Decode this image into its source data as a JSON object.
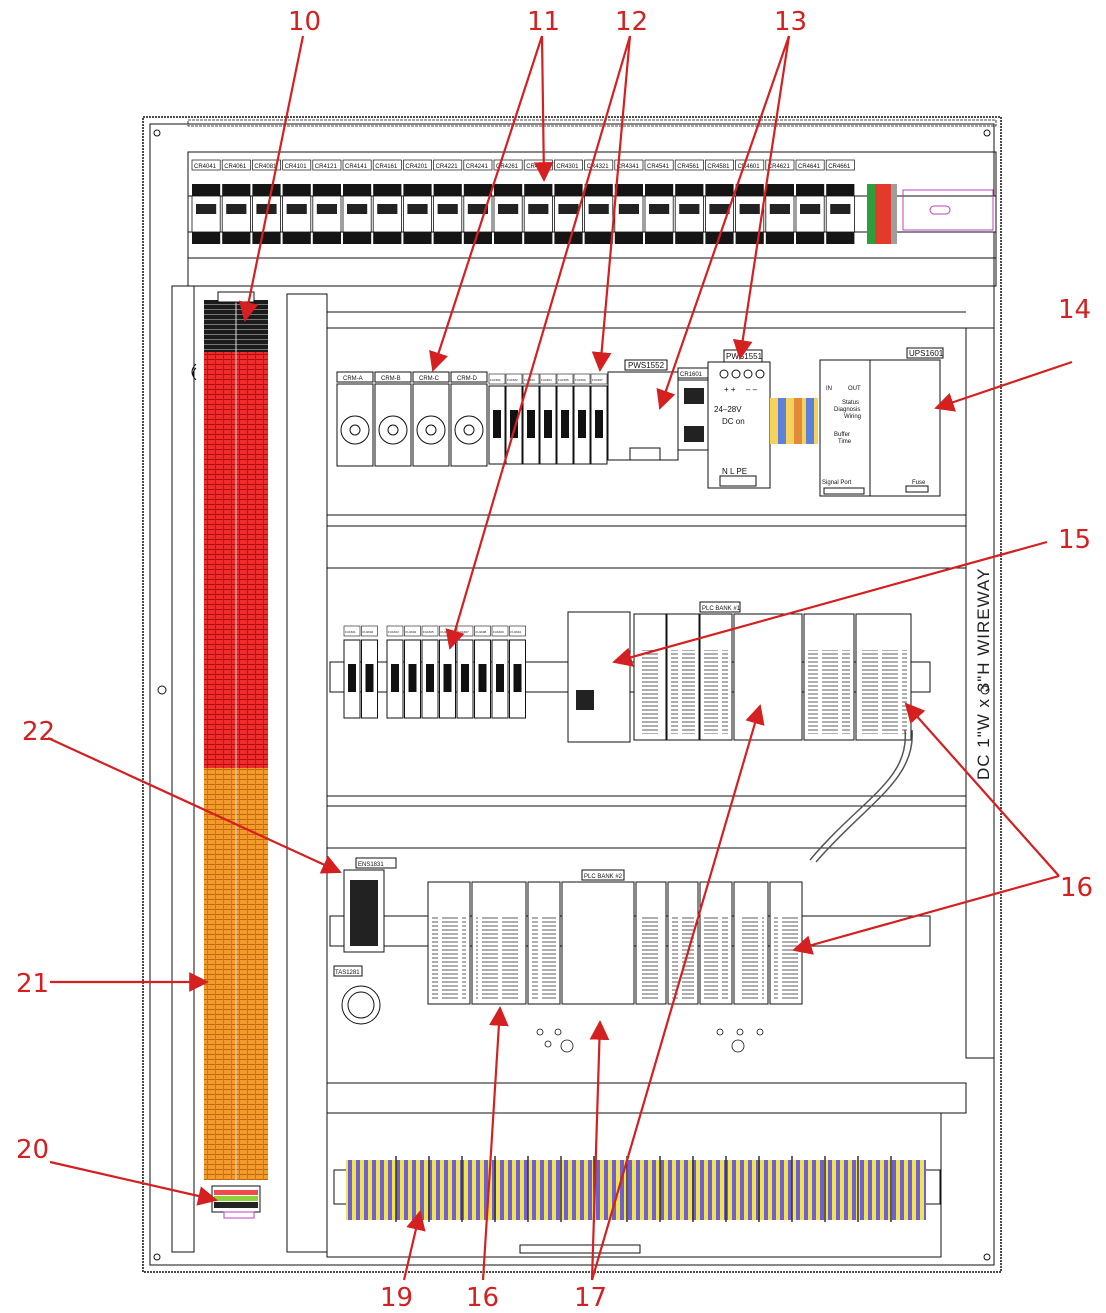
{
  "relay_labels": [
    "CR4041",
    "CR4061",
    "CR4081",
    "CR4101",
    "CR4121",
    "CR4141",
    "CR4161",
    "CR4201",
    "CR4221",
    "CR4241",
    "CR4261",
    "CR4281",
    "CR4301",
    "CR4321",
    "CR4341",
    "CR4541",
    "CR4561",
    "CR4581",
    "CR4601",
    "CR4621",
    "CR4641",
    "CR4661"
  ],
  "crm_labels": [
    "CRM-A",
    "CRM-B",
    "CRM-C",
    "CRM-D"
  ],
  "fuse_row1_labels": [
    "FU1501",
    "FU1502",
    "FU1503",
    "FU1504",
    "FU1505",
    "FU1506",
    "FU1507"
  ],
  "fuse_row2_labels": [
    "FU1601",
    "FU1602",
    "FU1603",
    "FU1604",
    "FU1605",
    "FU1606",
    "FU1607",
    "FU1608",
    "FU1609",
    "FU1610"
  ],
  "psu_labels": {
    "pws1552": "PWS1552",
    "cr1601": "CR1601",
    "pws1551": "PWS1551",
    "ups1601": "UPS1601"
  },
  "psu_text": {
    "plus": "+ +",
    "minus": "– –",
    "volt": "24–28V",
    "dc_on": "DC  on",
    "nlpe": "N  L  PE"
  },
  "ups_text": {
    "in": "IN",
    "out": "OUT",
    "status": "Status",
    "diagnosis": "Diagnosis",
    "wiring": "Wiring",
    "buffer": "Buffer",
    "time": "Time",
    "signal": "Signal  Port",
    "fuse": "Fuse"
  },
  "plc_labels": {
    "bank1": "PLC BANK #1",
    "bank2": "PLC BANK #2"
  },
  "other_labels": {
    "ens": "ENS1831",
    "tas": "TAS1281"
  },
  "wireway_label": "DC 1\"W x 3\"H WIREWAY",
  "callouts": [
    "10",
    "11",
    "12",
    "13",
    "14",
    "15",
    "16",
    "22",
    "21",
    "20",
    "19",
    "16",
    "17"
  ]
}
